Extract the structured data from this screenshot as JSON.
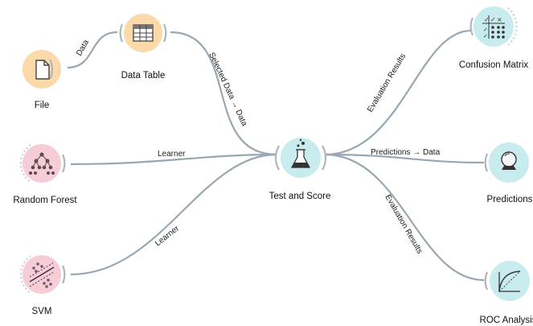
{
  "colors": {
    "data_widget": "#fbd9a8",
    "model_widget": "#f6ccd6",
    "eval_widget": "#c8ebee",
    "link": "#98a7b1"
  },
  "nodes": {
    "file": {
      "label": "File",
      "icon": "file-icon"
    },
    "data_table": {
      "label": "Data Table",
      "icon": "table-icon"
    },
    "random_forest": {
      "label": "Random Forest",
      "icon": "tree-icon"
    },
    "svm": {
      "label": "SVM",
      "icon": "scatter-line-icon"
    },
    "test_and_score": {
      "label": "Test and Score",
      "icon": "flask-icon"
    },
    "confusion_matrix": {
      "label": "Confusion Matrix",
      "icon": "matrix-icon"
    },
    "predictions": {
      "label": "Predictions",
      "icon": "crystal-ball-icon"
    },
    "roc_analysis": {
      "label": "ROC Analysis",
      "icon": "roc-curve-icon"
    }
  },
  "links": {
    "file_to_table": "Data",
    "table_to_test": "Selected Data → Data",
    "rf_to_test": "Learner",
    "svm_to_test": "Learner",
    "test_to_confusion": "Evaluation Results",
    "test_to_predictions": "Predictions → Data",
    "test_to_roc": "Evaluation Results"
  }
}
